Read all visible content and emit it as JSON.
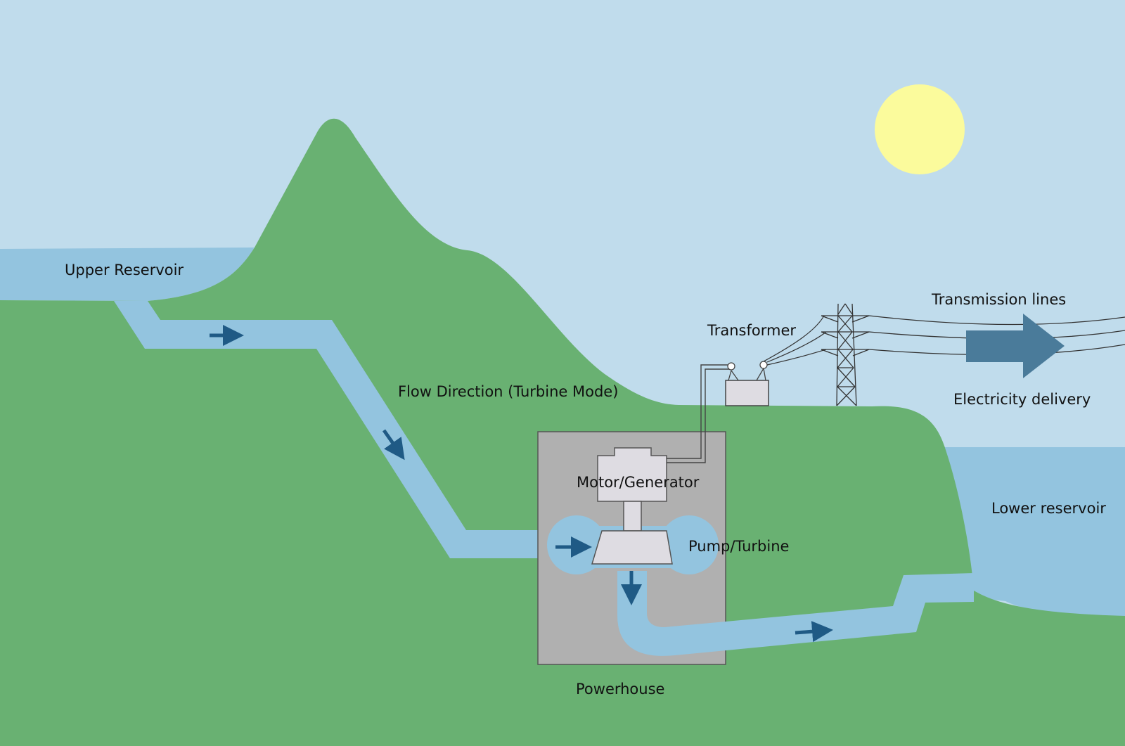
{
  "labels": {
    "upper_reservoir": "Upper Reservoir",
    "flow_direction": "Flow Direction (Turbine Mode)",
    "transformer": "Transformer",
    "transmission_lines": "Transmission lines",
    "electricity_delivery": "Electricity delivery",
    "motor_generator": "Motor/Generator",
    "pump_turbine": "Pump/Turbine",
    "lower_reservoir": "Lower reservoir",
    "powerhouse": "Powerhouse"
  },
  "colors": {
    "sky": "#c0dcec",
    "ground": "#69b172",
    "water": "#93c4df",
    "sun": "#fbfb9c",
    "arrow": "#1f5a85",
    "delivery_arrow": "#4a7b9a",
    "powerhouse": "#b0b0b0",
    "machine": "#dedce2"
  }
}
